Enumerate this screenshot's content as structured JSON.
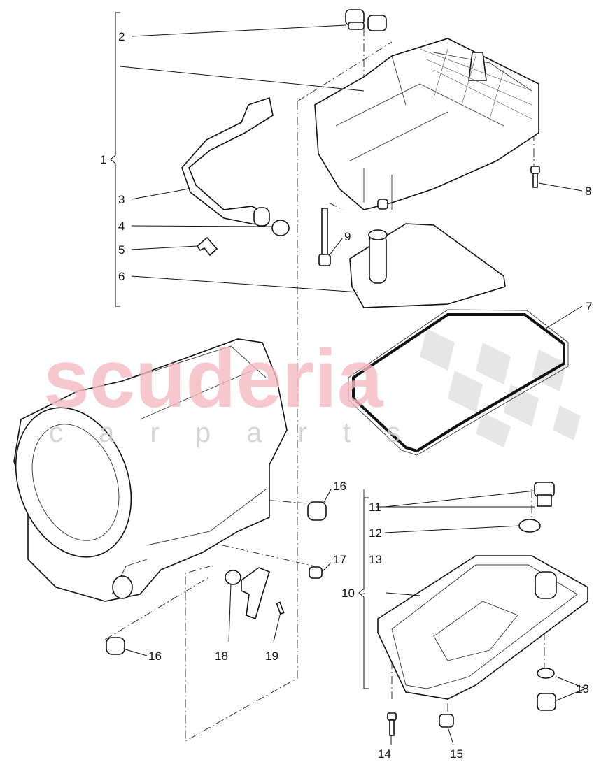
{
  "watermark": {
    "brand": "scuderia",
    "sub": "c a r p a r t s"
  },
  "callouts": [
    {
      "num": "1"
    },
    {
      "num": "2"
    },
    {
      "num": "3"
    },
    {
      "num": "4"
    },
    {
      "num": "5"
    },
    {
      "num": "6"
    },
    {
      "num": "7"
    },
    {
      "num": "8"
    },
    {
      "num": "9"
    },
    {
      "num": "10"
    },
    {
      "num": "11"
    },
    {
      "num": "12"
    },
    {
      "num": "13"
    },
    {
      "num": "13"
    },
    {
      "num": "14"
    },
    {
      "num": "15"
    },
    {
      "num": "16"
    },
    {
      "num": "16"
    },
    {
      "num": "17"
    },
    {
      "num": "18"
    },
    {
      "num": "19"
    }
  ]
}
